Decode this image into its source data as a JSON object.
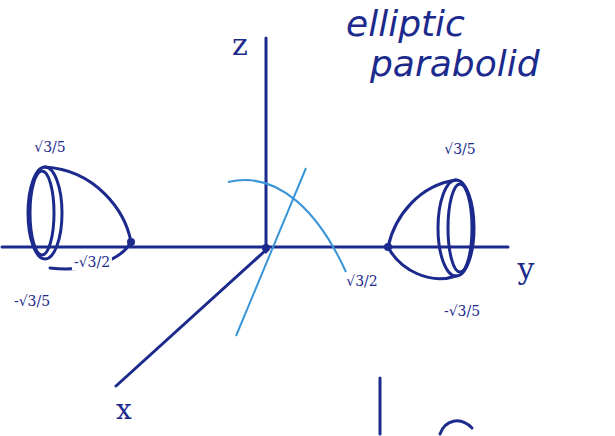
{
  "diagram": {
    "labels": [
      "z",
      "elliptic parabolid",
      "√3/5",
      "-√3/2",
      "-√3/5",
      "√3/5",
      "√3/2",
      "-√3/5",
      "y",
      "x"
    ]
  }
}
